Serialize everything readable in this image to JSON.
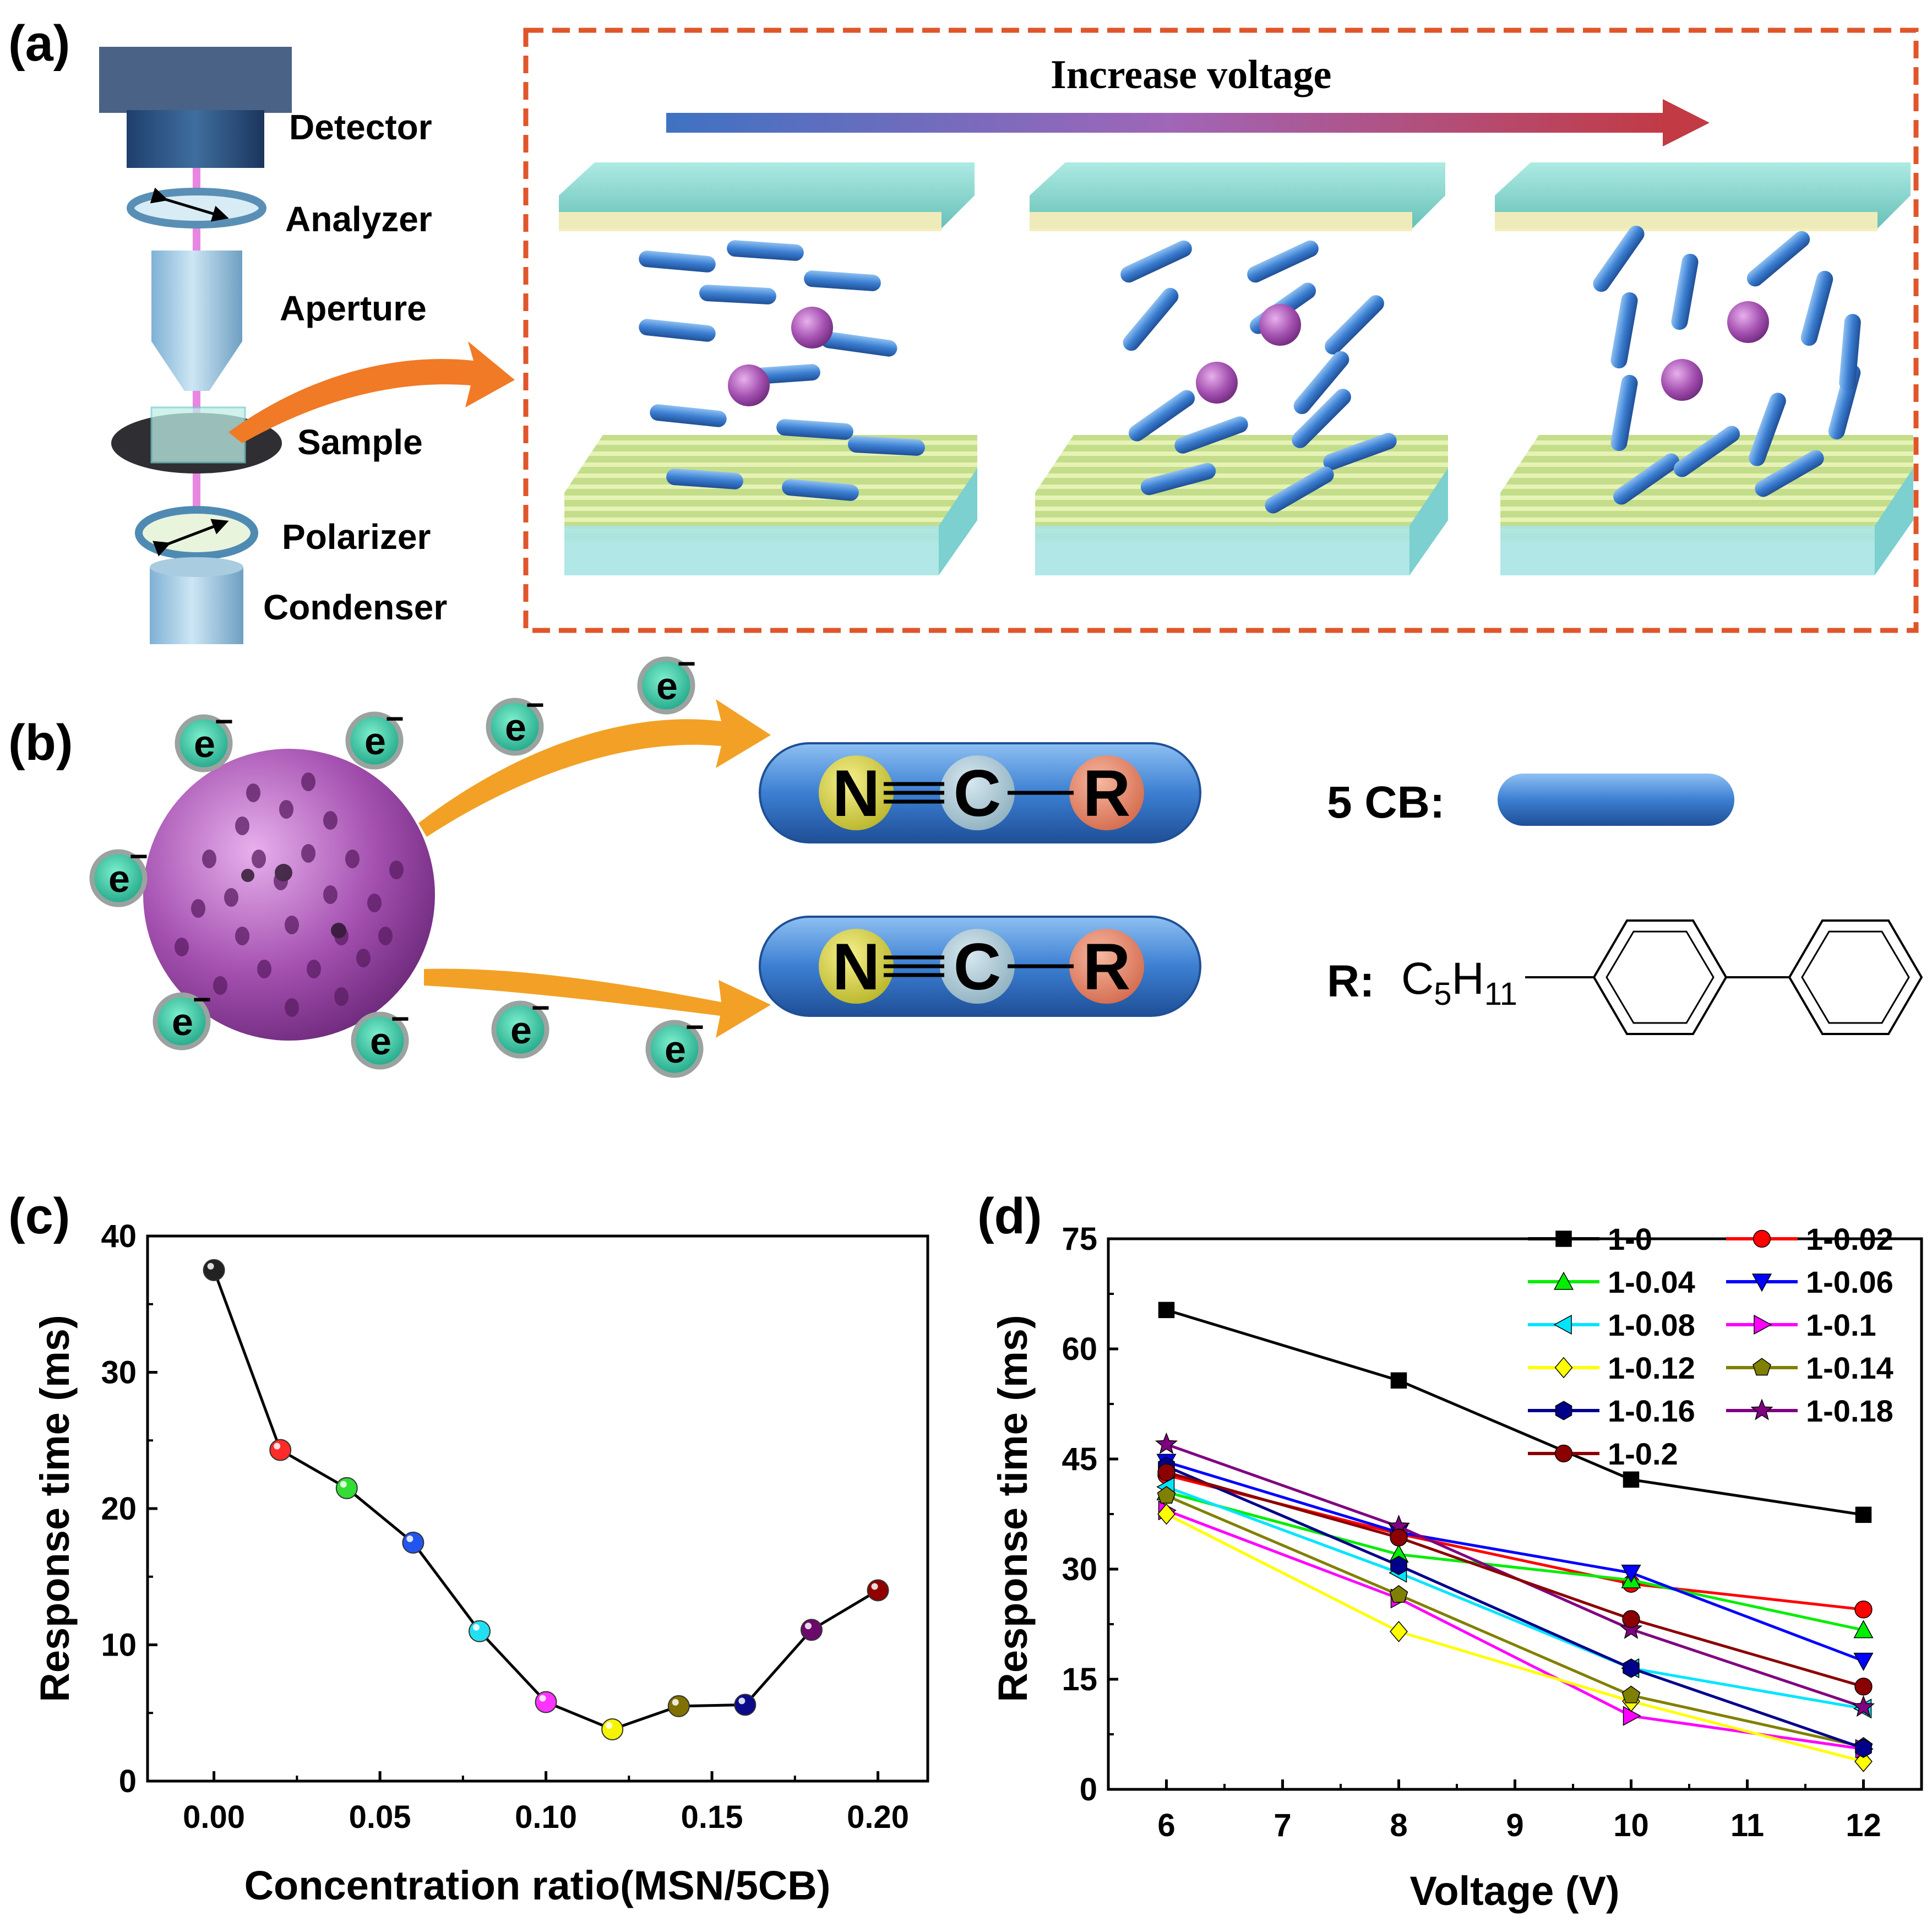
{
  "panel_labels": {
    "a": "(a)",
    "b": "(b)",
    "c": "(c)",
    "d": "(d)"
  },
  "panel_a": {
    "components": [
      "Detector",
      "Analyzer",
      "Aperture",
      "Sample",
      "Polarizer",
      "Condenser"
    ],
    "arrow_label": "Increase voltage"
  },
  "panel_b": {
    "electron": "e",
    "electron_sup": "−",
    "molecule_atoms": [
      "N",
      "C",
      "R"
    ],
    "legend_5cb": "5 CB:",
    "legend_r": "R:",
    "r_formula": {
      "c": "C",
      "c_sub": "5",
      "h": "H",
      "h_sub": "11"
    }
  },
  "colors": {
    "rod": "#3f7fd0",
    "msn": "#9a47a8",
    "dash_border": "#e0562a",
    "orange_arrow": "#f2a126",
    "electron": "#2db89a"
  },
  "chart_data": [
    {
      "id": "c",
      "type": "scatter",
      "xlabel": "Concentration ratio(MSN/5CB)",
      "ylabel": "Response time (ms)",
      "xlim": [
        -0.02,
        0.215
      ],
      "ylim": [
        0,
        40
      ],
      "xticks": [
        "0.00",
        "0.05",
        "0.10",
        "0.15",
        "0.20"
      ],
      "yticks": [
        "0",
        "10",
        "20",
        "30",
        "40"
      ],
      "x": [
        0.0,
        0.02,
        0.04,
        0.06,
        0.08,
        0.1,
        0.12,
        0.14,
        0.16,
        0.18,
        0.2
      ],
      "y": [
        37.5,
        24.3,
        21.5,
        17.5,
        11.0,
        5.8,
        3.8,
        5.5,
        5.6,
        11.1,
        14.0
      ],
      "point_colors": [
        "#222222",
        "#ff2a2a",
        "#33dd33",
        "#2255ee",
        "#22e0f0",
        "#ff33ff",
        "#f5f500",
        "#807000",
        "#0a0a8a",
        "#6a0a6a",
        "#900000"
      ],
      "line": true,
      "grid": false
    },
    {
      "id": "d",
      "type": "line",
      "xlabel": "Voltage (V)",
      "ylabel": "Response time (ms)",
      "xlim": [
        5.5,
        12.5
      ],
      "ylim": [
        0,
        75
      ],
      "xticks": [
        "6",
        "7",
        "8",
        "9",
        "10",
        "11",
        "12"
      ],
      "yticks": [
        "0",
        "15",
        "30",
        "45",
        "60",
        "75"
      ],
      "x": [
        6,
        8,
        10,
        12
      ],
      "legend_position": "top-right",
      "grid": false,
      "series": [
        {
          "name": "1-0",
          "color": "#000000",
          "marker": "square",
          "values": [
            65.3,
            55.7,
            42.2,
            37.4
          ]
        },
        {
          "name": "1-0.02",
          "color": "#ff0000",
          "marker": "circle",
          "values": [
            42.8,
            34.8,
            28.0,
            24.5
          ]
        },
        {
          "name": "1-0.04",
          "color": "#00ee00",
          "marker": "triUp",
          "values": [
            40.5,
            32.0,
            28.5,
            21.7
          ]
        },
        {
          "name": "1-0.06",
          "color": "#0000ff",
          "marker": "triDown",
          "values": [
            44.6,
            35.0,
            29.5,
            17.5
          ]
        },
        {
          "name": "1-0.08",
          "color": "#00e5ff",
          "marker": "triLeft",
          "values": [
            41.2,
            29.5,
            16.5,
            11.0
          ]
        },
        {
          "name": "1-0.1",
          "color": "#ff00ff",
          "marker": "triRight",
          "values": [
            38.0,
            26.0,
            10.0,
            5.5
          ]
        },
        {
          "name": "1-0.12",
          "color": "#ffff00",
          "marker": "diamond",
          "values": [
            37.5,
            21.5,
            12.0,
            3.8
          ]
        },
        {
          "name": "1-0.14",
          "color": "#808000",
          "marker": "pentagon",
          "values": [
            40.0,
            26.5,
            12.8,
            5.8
          ]
        },
        {
          "name": "1-0.16",
          "color": "#00008b",
          "marker": "hexagon",
          "values": [
            44.0,
            30.5,
            16.5,
            5.6
          ]
        },
        {
          "name": "1-0.18",
          "color": "#800080",
          "marker": "star",
          "values": [
            47.0,
            35.8,
            21.8,
            11.2
          ]
        },
        {
          "name": "1-0.2",
          "color": "#8b0000",
          "marker": "circle",
          "values": [
            43.2,
            34.3,
            23.2,
            14.0
          ]
        }
      ]
    }
  ]
}
